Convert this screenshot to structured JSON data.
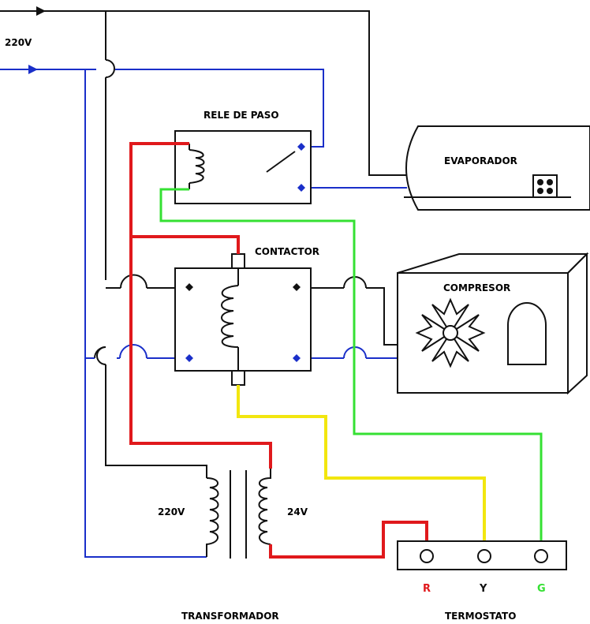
{
  "labels": {
    "supply_voltage": "220V",
    "relay": "RELE DE PASO",
    "evaporator": "EVAPORADOR",
    "contactor": "CONTACTOR",
    "compressor": "COMPRESOR",
    "transformer_primary": "220V",
    "transformer_secondary": "24V",
    "transformer": "TRANSFORMADOR",
    "thermostat": "TERMOSTATO",
    "terminal_r": "R",
    "terminal_y": "Y",
    "terminal_g": "G"
  },
  "colors": {
    "line_black": "#111111",
    "line_blue": "#1a2fc9",
    "wire_red": "#e0191c",
    "wire_yellow": "#f2e60f",
    "wire_green": "#35e033",
    "terminal_r": "#e0191c",
    "terminal_y": "#111111",
    "terminal_g": "#35e033"
  }
}
